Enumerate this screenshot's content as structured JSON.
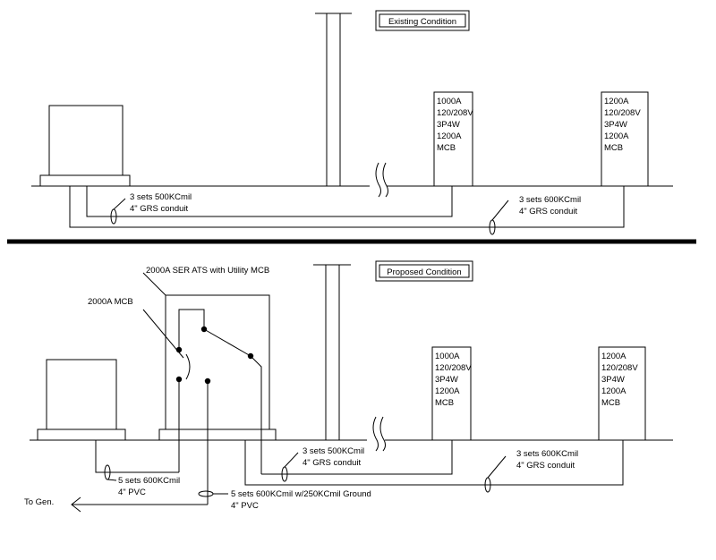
{
  "existing": {
    "title": "Existing Condition",
    "panel_1000": [
      "1000A",
      "120/208V",
      "3P4W",
      "1200A",
      "MCB"
    ],
    "panel_1200": [
      "1200A",
      "120/208V",
      "3P4W",
      "1200A",
      "MCB"
    ],
    "feeder_500": [
      "3 sets 500KCmil",
      "4\" GRS conduit"
    ],
    "feeder_600": [
      "3 sets 600KCmil",
      "4\" GRS conduit"
    ]
  },
  "proposed": {
    "title": "Proposed Condition",
    "ats_label": "2000A SER ATS with Utility MCB",
    "mcb_label": "2000A MCB",
    "panel_1000": [
      "1000A",
      "120/208V",
      "3P4W",
      "1200A",
      "MCB"
    ],
    "panel_1200": [
      "1200A",
      "120/208V",
      "3P4W",
      "1200A",
      "MCB"
    ],
    "feeder_500": [
      "3 sets 500KCmil",
      "4\" GRS conduit"
    ],
    "feeder_600": [
      "3 sets 600KCmil",
      "4\" GRS conduit"
    ],
    "feeder_pvc": [
      "5 sets 600KCmil",
      "4\" PVC"
    ],
    "feeder_gen": [
      "5 sets 600KCmil w/250KCmil Ground",
      "4\" PVC"
    ],
    "to_gen": "To Gen."
  }
}
